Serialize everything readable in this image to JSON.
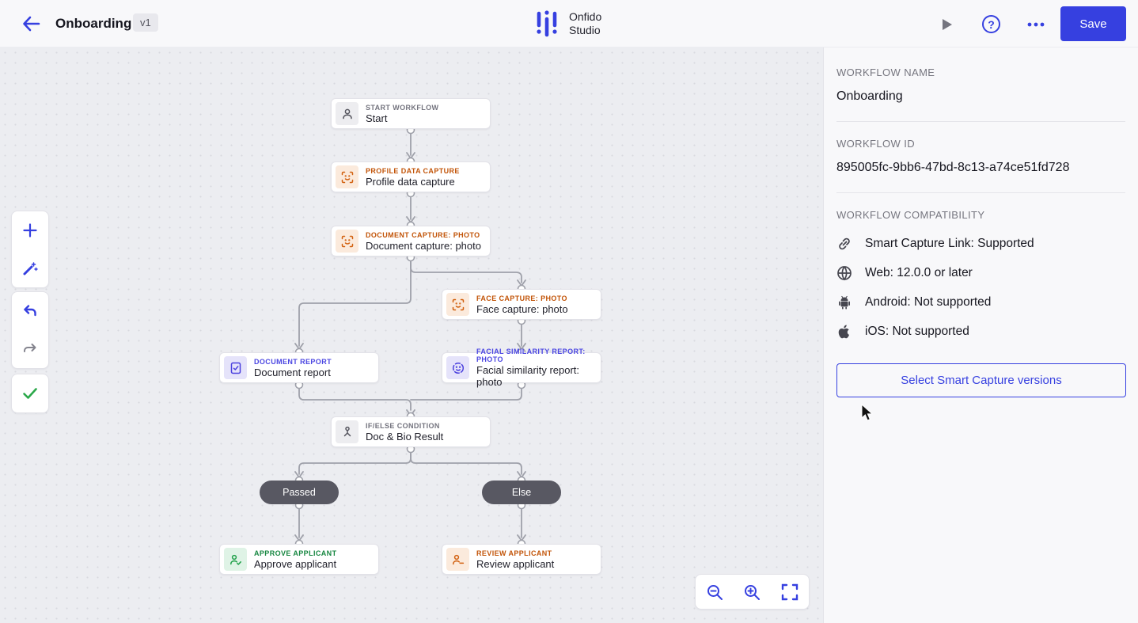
{
  "header": {
    "title": "Onboarding",
    "version": "v1",
    "logo_line1": "Onfido",
    "logo_line2": "Studio",
    "save_label": "Save"
  },
  "canvas": {
    "nodes": [
      {
        "type_label": "START WORKFLOW",
        "title": "Start",
        "color": "gray",
        "icon": "user-icon"
      },
      {
        "type_label": "PROFILE DATA CAPTURE",
        "title": "Profile data capture",
        "color": "orange",
        "icon": "face-scan-icon"
      },
      {
        "type_label": "DOCUMENT CAPTURE: PHOTO",
        "title": "Document capture: photo",
        "color": "orange",
        "icon": "face-scan-icon"
      },
      {
        "type_label": "FACE CAPTURE: PHOTO",
        "title": "Face capture: photo",
        "color": "orange",
        "icon": "face-scan-icon"
      },
      {
        "type_label": "DOCUMENT REPORT",
        "title": "Document report",
        "color": "purple",
        "icon": "document-check-icon"
      },
      {
        "type_label": "FACIAL SIMILARITY REPORT: PHOTO",
        "title": "Facial similarity report: photo",
        "color": "purple",
        "icon": "face-circle-icon"
      },
      {
        "type_label": "IF/ELSE CONDITION",
        "title": "Doc & Bio Result",
        "color": "gray",
        "icon": "branch-person-icon"
      },
      {
        "type_label": "APPROVE APPLICANT",
        "title": "Approve applicant",
        "color": "green",
        "icon": "user-check-icon"
      },
      {
        "type_label": "REVIEW APPLICANT",
        "title": "Review applicant",
        "color": "orange",
        "icon": "user-minus-icon"
      }
    ],
    "branches": [
      {
        "label": "Passed"
      },
      {
        "label": "Else"
      }
    ]
  },
  "sidebar": {
    "workflow_name": {
      "label": "WORKFLOW NAME",
      "value": "Onboarding"
    },
    "workflow_id": {
      "label": "WORKFLOW ID",
      "value": "895005fc-9bb6-47bd-8c13-a74ce51fd728"
    },
    "compatibility": {
      "label": "WORKFLOW COMPATIBILITY",
      "items": [
        {
          "icon": "link-icon",
          "text": "Smart Capture Link: Supported"
        },
        {
          "icon": "globe-icon",
          "text": "Web: 12.0.0 or later"
        },
        {
          "icon": "android-icon",
          "text": "Android: Not supported"
        },
        {
          "icon": "apple-icon",
          "text": "iOS: Not supported"
        }
      ]
    },
    "select_versions_label": "Select Smart Capture versions"
  },
  "colors": {
    "accent_blue": "#3640E0",
    "orange": "#D2600F",
    "purple": "#4B40DE",
    "green": "#1FA049",
    "pill_gray": "#585862",
    "connector_gray": "#9FA1AA"
  }
}
